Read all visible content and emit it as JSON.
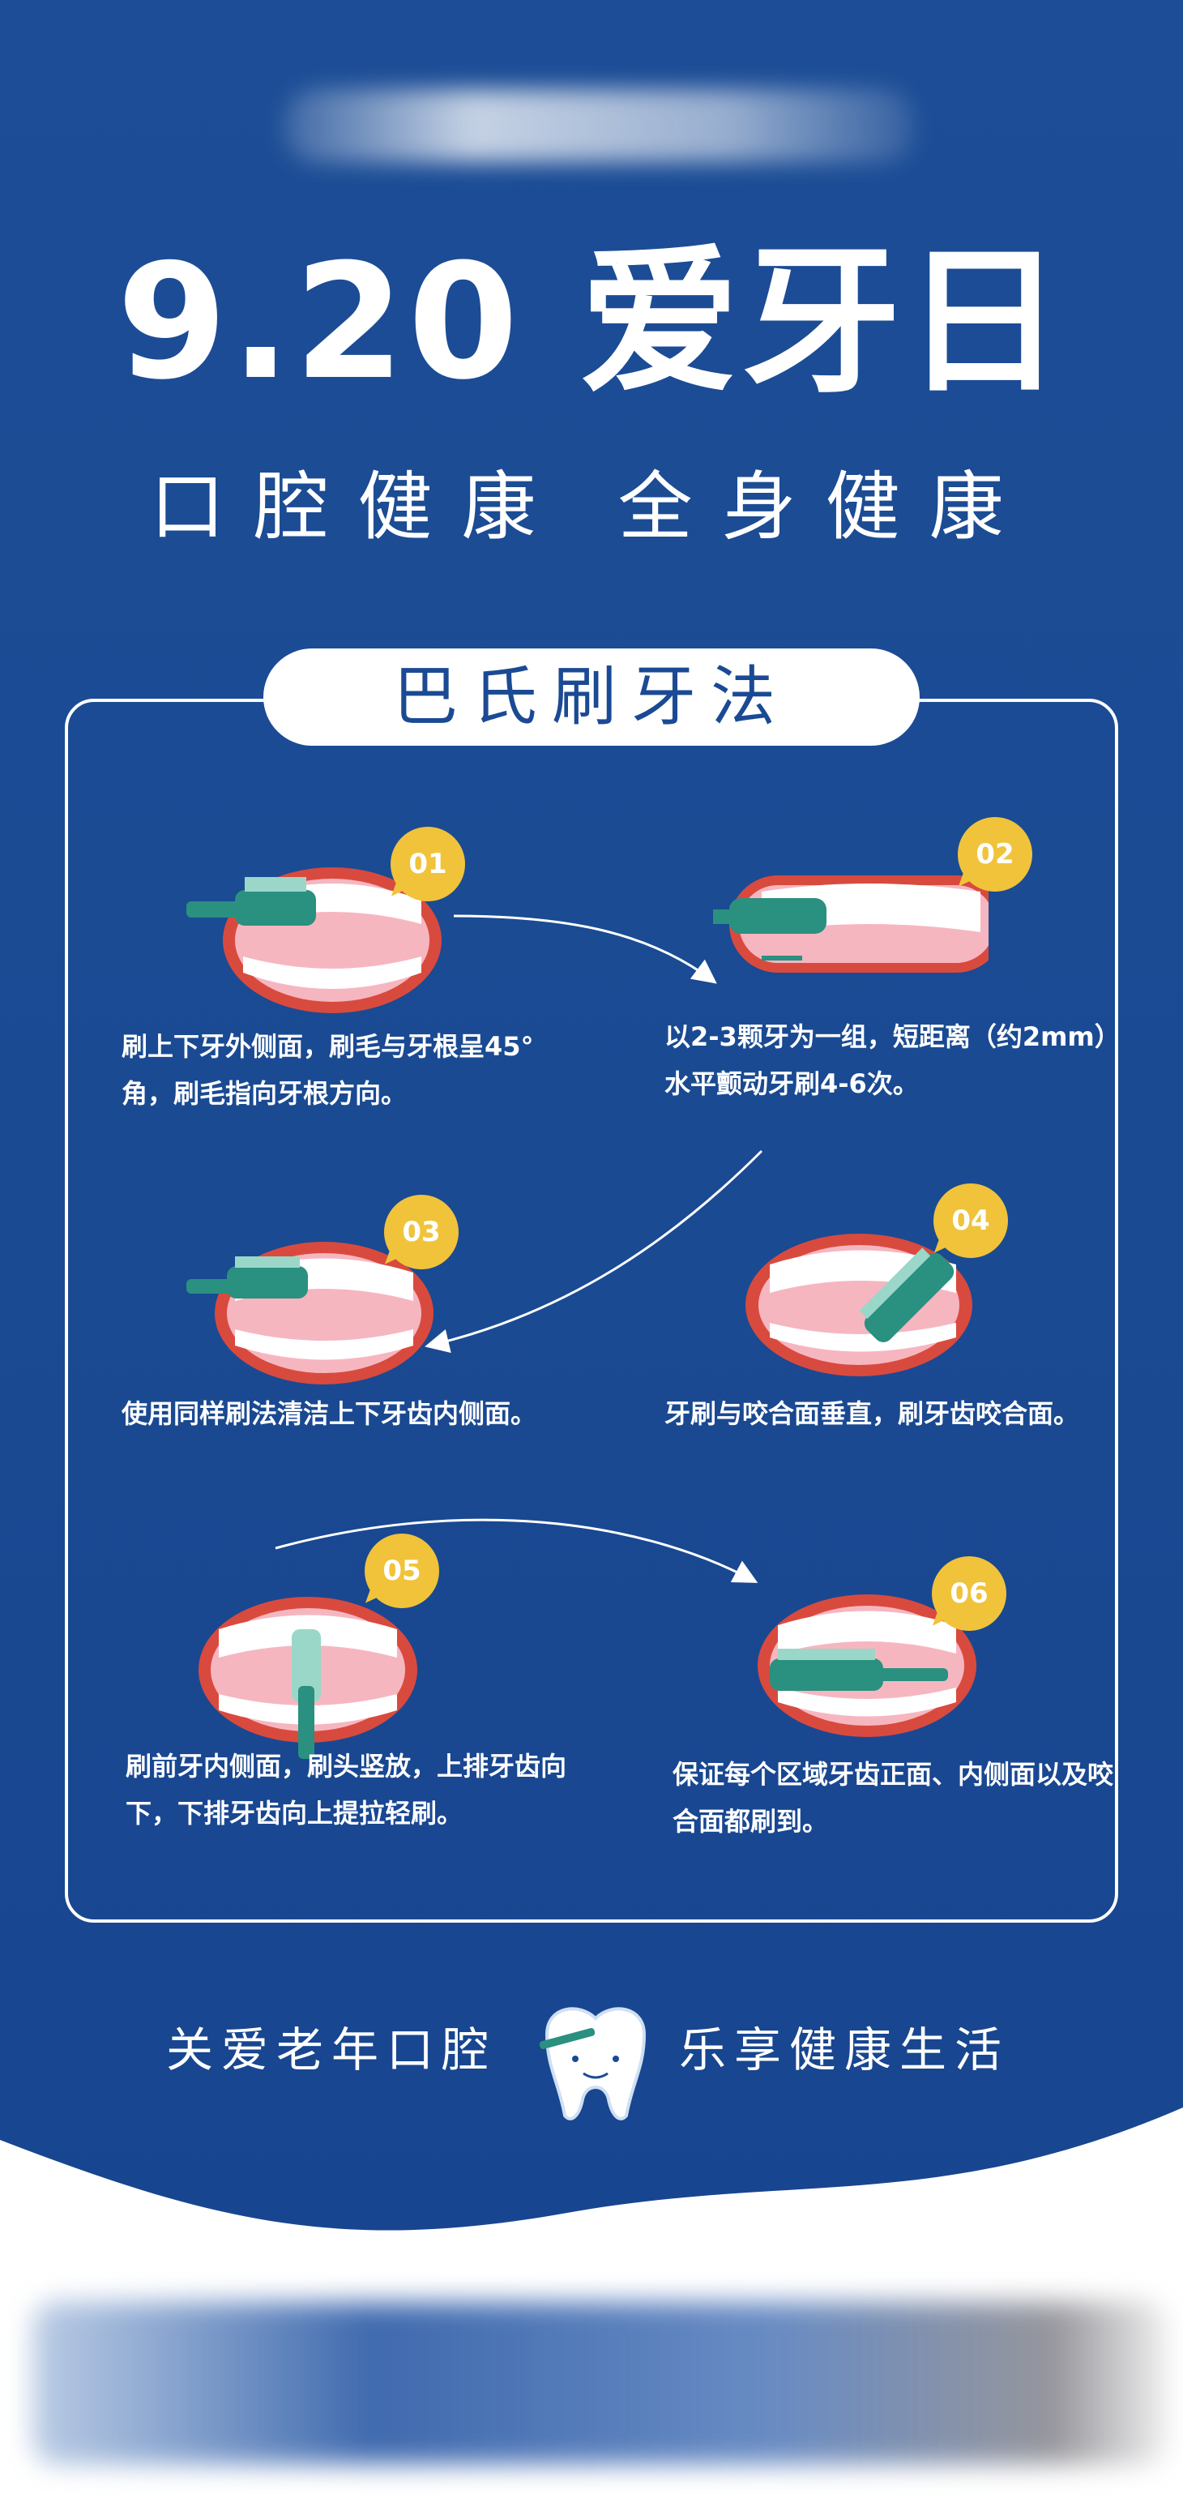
{
  "header": {
    "title": "9.20 爱牙日",
    "subtitle": "口腔健康 全身健康"
  },
  "section": {
    "title": "巴氏刷牙法"
  },
  "steps": [
    {
      "number": "01",
      "text": "刷上下牙外侧面，刷毛与牙根呈45°角，刷毛指向牙根方向。"
    },
    {
      "number": "02",
      "text": "以2-3颗牙为一组，短距离（约2mm）水平颤动牙刷4-6次。"
    },
    {
      "number": "03",
      "text": "使用同样刷法清洁上下牙齿内侧面。"
    },
    {
      "number": "04",
      "text": "牙刷与咬合面垂直，刷牙齿咬合面。"
    },
    {
      "number": "05",
      "text": "刷前牙内侧面，刷头竖放，上排牙齿向下，下排牙齿向上提拉轻刷。"
    },
    {
      "number": "06",
      "text": "保证每个区域牙齿正面、内侧面以及咬合面都刷到。"
    }
  ],
  "footer": {
    "left": "关爱老年口腔",
    "right": "乐享健康生活"
  },
  "colors": {
    "brand_blue": "#1b4a94",
    "badge_yellow": "#f0c33a",
    "gum_red": "#d94a3e",
    "brush_green": "#2a9080"
  },
  "icons": [
    "tooth-icon",
    "toothbrush-icon",
    "arrow-icon"
  ]
}
